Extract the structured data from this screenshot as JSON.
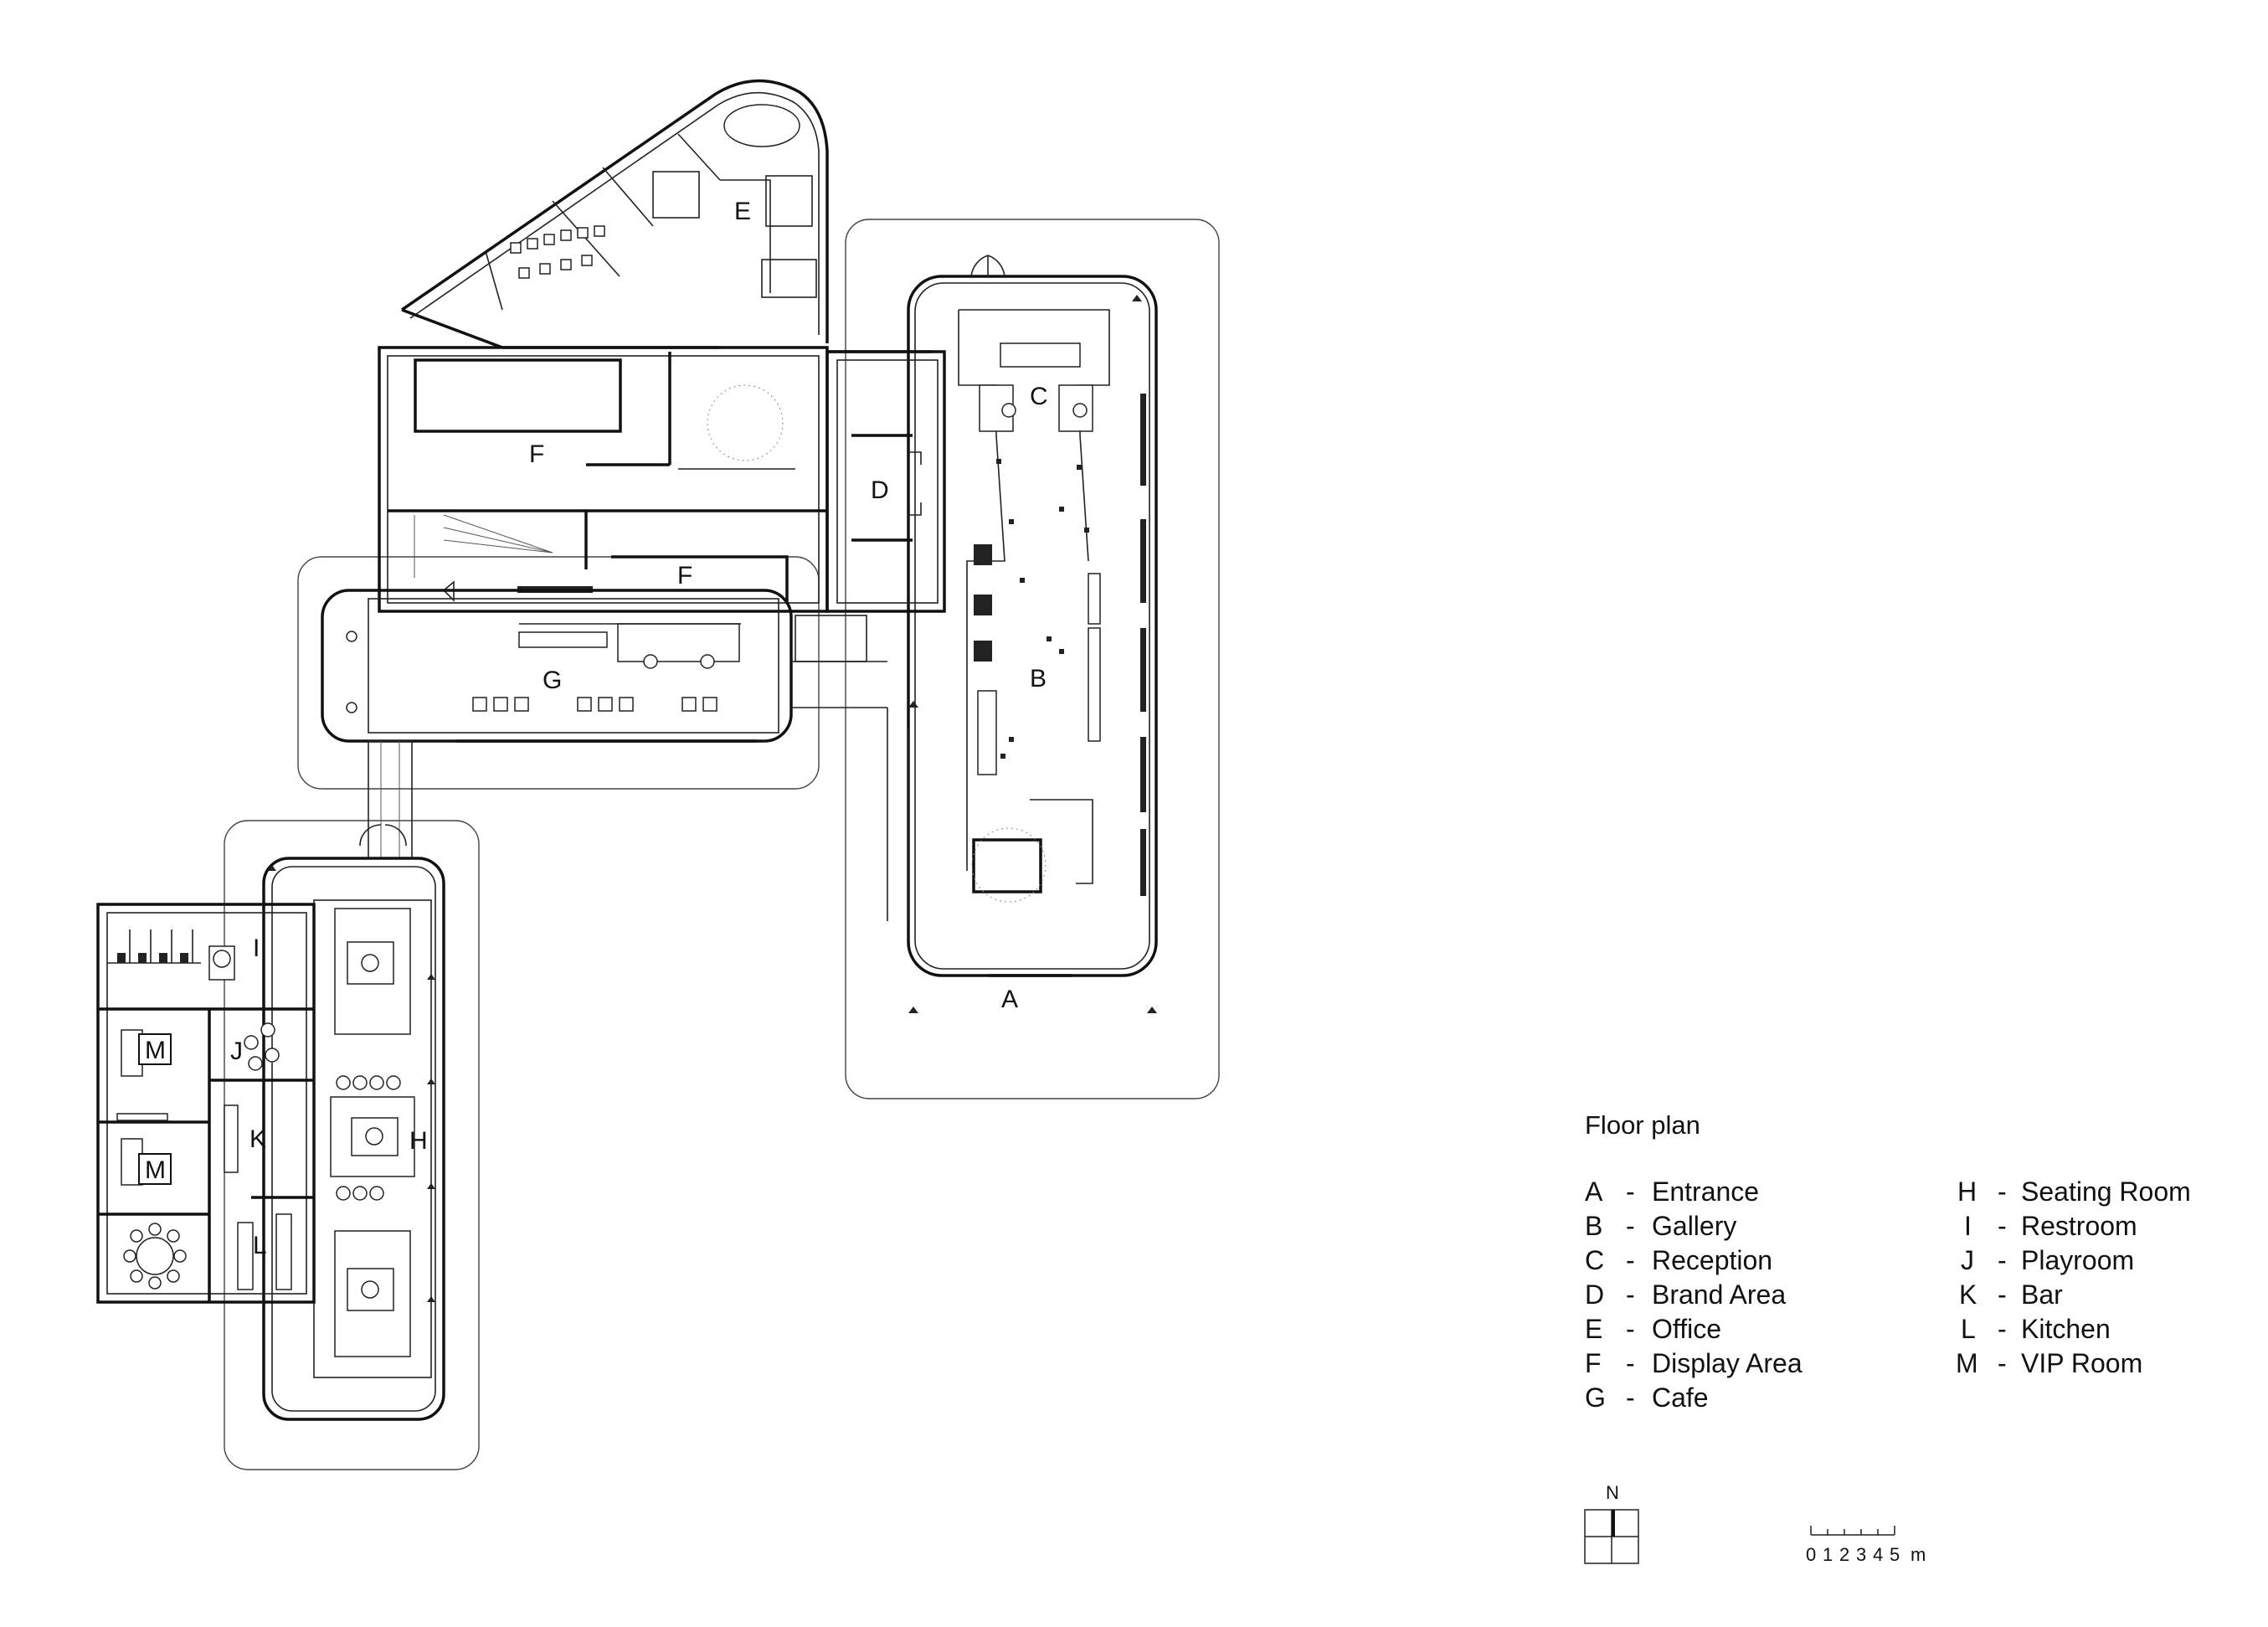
{
  "title": "Floor plan",
  "room_labels": {
    "a": "A",
    "b": "B",
    "c": "C",
    "d": "D",
    "e": "E",
    "f1": "F",
    "f2": "F",
    "g": "G",
    "h": "H",
    "i": "I",
    "j": "J",
    "k": "K",
    "l": "L",
    "m1": "M",
    "m2": "M"
  },
  "legend": [
    {
      "key": "A",
      "sep": "-",
      "name": "Entrance"
    },
    {
      "key": "B",
      "sep": "-",
      "name": "Gallery"
    },
    {
      "key": "C",
      "sep": "-",
      "name": "Reception"
    },
    {
      "key": "D",
      "sep": "-",
      "name": "Brand Area"
    },
    {
      "key": "E",
      "sep": "-",
      "name": "Office"
    },
    {
      "key": "F",
      "sep": "-",
      "name": "Display Area"
    },
    {
      "key": "G",
      "sep": "-",
      "name": "Cafe"
    },
    {
      "key": "H",
      "sep": "-",
      "name": "Seating Room"
    },
    {
      "key": "I",
      "sep": "-",
      "name": "Restroom"
    },
    {
      "key": "J",
      "sep": "-",
      "name": "Playroom"
    },
    {
      "key": "K",
      "sep": "-",
      "name": "Bar"
    },
    {
      "key": "L",
      "sep": "-",
      "name": "Kitchen"
    },
    {
      "key": "M",
      "sep": "-",
      "name": "VIP Room"
    }
  ],
  "north_label": "N",
  "scale": {
    "ticks": [
      "0",
      "1",
      "2",
      "3",
      "4",
      "5"
    ],
    "unit": "m"
  },
  "colors": {
    "line": "#111111",
    "background": "#ffffff",
    "zone_outline": "#444444"
  }
}
